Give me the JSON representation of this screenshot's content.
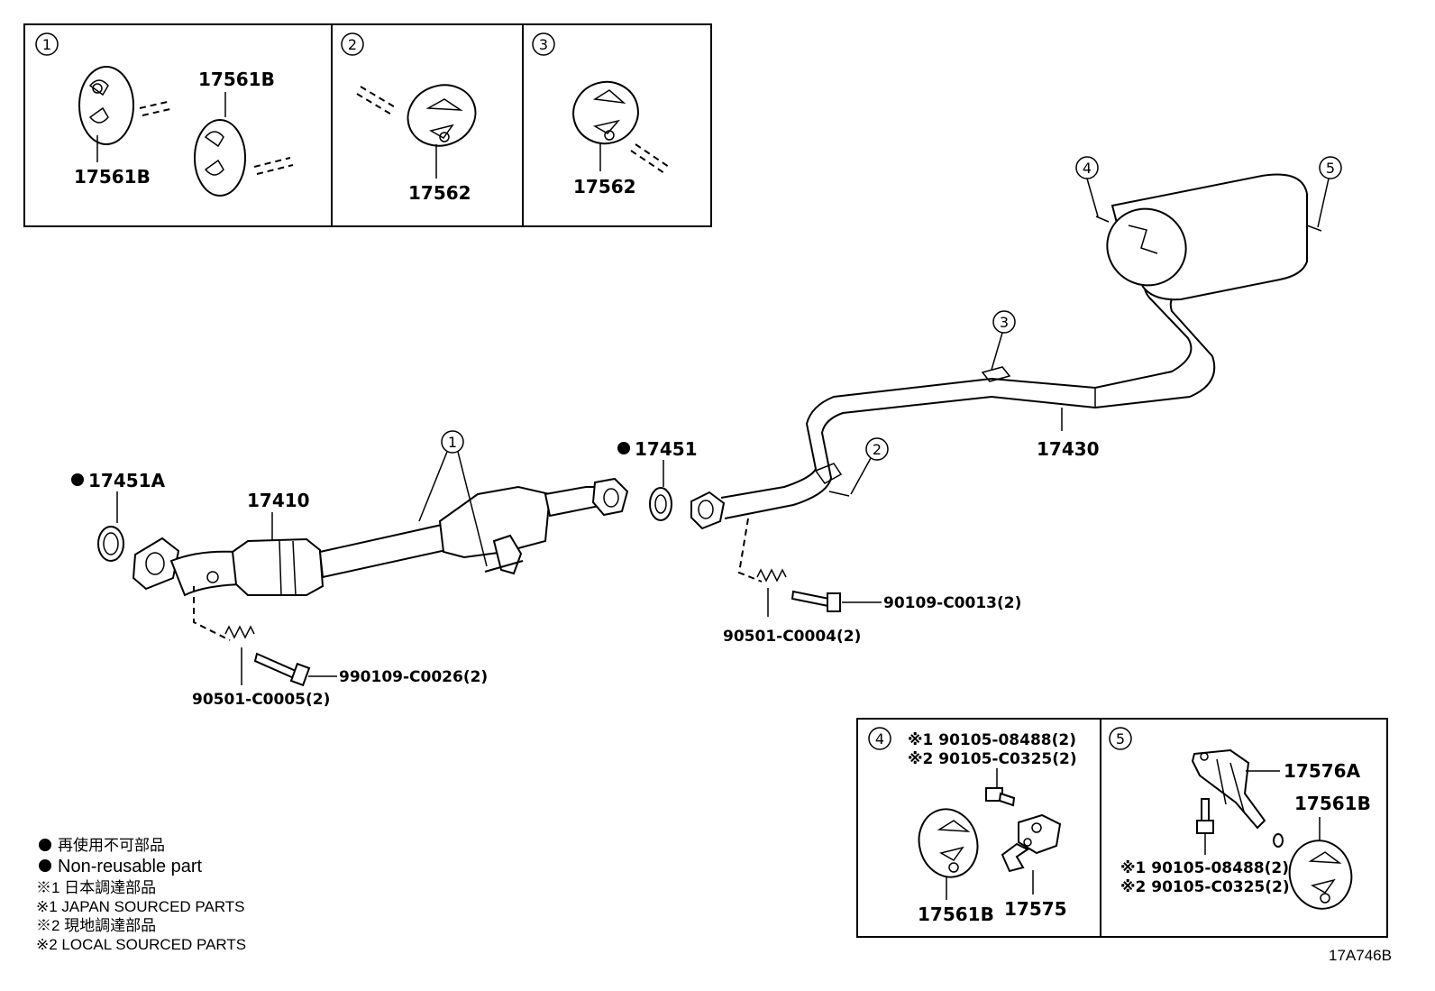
{
  "callouts": [
    "1",
    "2",
    "3",
    "4",
    "5"
  ],
  "inset_1": {
    "number": "1",
    "labels": [
      "17561B",
      "17561B"
    ]
  },
  "inset_2": {
    "number": "2",
    "labels": [
      "17562"
    ]
  },
  "inset_3": {
    "number": "3",
    "labels": [
      "17562"
    ]
  },
  "main": {
    "gasket_front": "17451A",
    "catalytic_converter": "17410",
    "gasket_mid": "17451",
    "tail_pipe": "17430",
    "spring_front": "90501-C0005(2)",
    "bolt_front": "990109-C0026(2)",
    "spring_mid": "90501-C0004(2)",
    "bolt_mid": "90109-C0013(2)"
  },
  "inset_4": {
    "number": "4",
    "bolt_note_1": "※1 90105-08488(2)",
    "bolt_note_2": "※2 90105-C0325(2)",
    "hanger": "17561B",
    "bracket": "17575"
  },
  "inset_5": {
    "number": "5",
    "bracket": "17576A",
    "hanger": "17561B",
    "bolt_note_1": "※1 90105-08488(2)",
    "bolt_note_2": "※2 90105-C0325(2)"
  },
  "legend": {
    "nonreusable_jp": "再使用不可部品",
    "nonreusable_en": "Non-reusable part",
    "note1_jp": "※1  日本調達部品",
    "note1_en": "※1  JAPAN SOURCED PARTS",
    "note2_jp": "※2  現地調達部品",
    "note2_en": "※2  LOCAL SOURCED PARTS"
  },
  "illustration_id": "17A746B"
}
